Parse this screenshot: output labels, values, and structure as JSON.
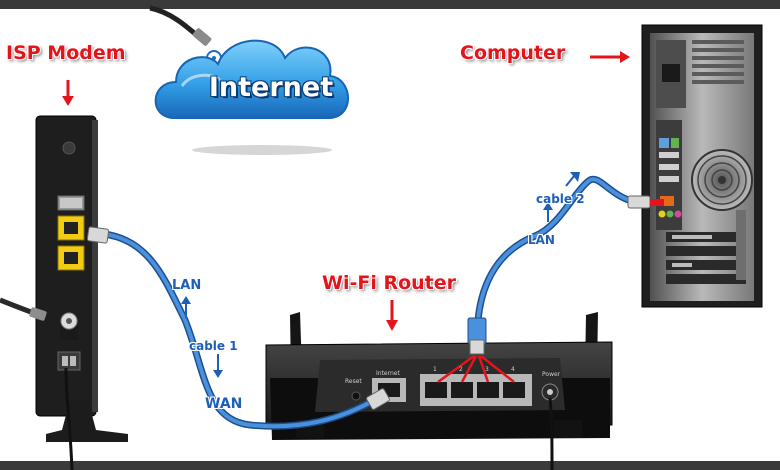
{
  "labels": {
    "isp_modem": "ISP Modem",
    "internet": "Internet",
    "computer": "Computer",
    "wifi_router": "Wi-Fi Router",
    "lan_left": "LAN",
    "cable_1": "cable 1",
    "wan": "WAN",
    "lan_right": "LAN",
    "cable_2": "cable 2"
  },
  "router_panel": {
    "reset": "Reset",
    "internet_port": "Internet",
    "port_1": "1",
    "port_2": "2",
    "port_3": "3",
    "port_4": "4",
    "power": "Power"
  },
  "colors": {
    "title_red": "#e4141b",
    "label_blue": "#1d5fb6",
    "cable_blue": "#3f83d6",
    "cloud_blue": "#3aa0e6",
    "device_dark": "#1e1e1e",
    "modem_port_yellow": "#f2cc13"
  }
}
